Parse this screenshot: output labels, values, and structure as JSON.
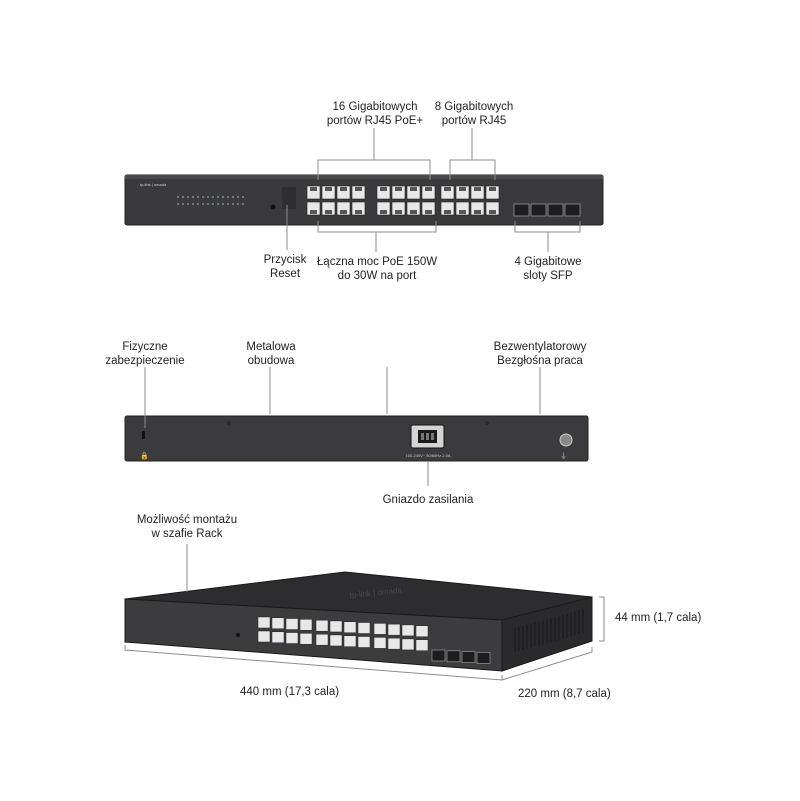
{
  "front_view": {
    "ports_poe": [
      "16 Gigabitowych",
      "portów RJ45 PoE+"
    ],
    "ports_rj45": [
      "8 Gigabitowych",
      "portów RJ45"
    ],
    "reset": [
      "Przycisk",
      "Reset"
    ],
    "poe_budget": [
      "Łączna moc PoE 150W",
      "do 30W na port"
    ],
    "sfp": [
      "4 Gigabitowe",
      "sloty SFP"
    ]
  },
  "rear_view": {
    "security": [
      "Fizyczne",
      "zabezpieczenie"
    ],
    "metal_case": [
      "Metalowa",
      "obudowa"
    ],
    "fanless": [
      "Bezwentylatorowy",
      "Bezgłośna praca"
    ],
    "power_socket": "Gniazdo zasilania",
    "power_rating": "100-240V~ 50/60Hz 2.0A"
  },
  "iso_view": {
    "rack_mount": [
      "Możliwość montażu",
      "w szafie Rack"
    ],
    "height": "44 mm (1,7 cala)",
    "width": "440 mm (17,3 cala)",
    "depth": "220 mm (8,7 cala)"
  },
  "colors": {
    "chassis": "#3b3b3d",
    "chassis_dark": "#2a2a2c",
    "port": "#e8e8e8",
    "leader_line": "#8c8c8c"
  }
}
